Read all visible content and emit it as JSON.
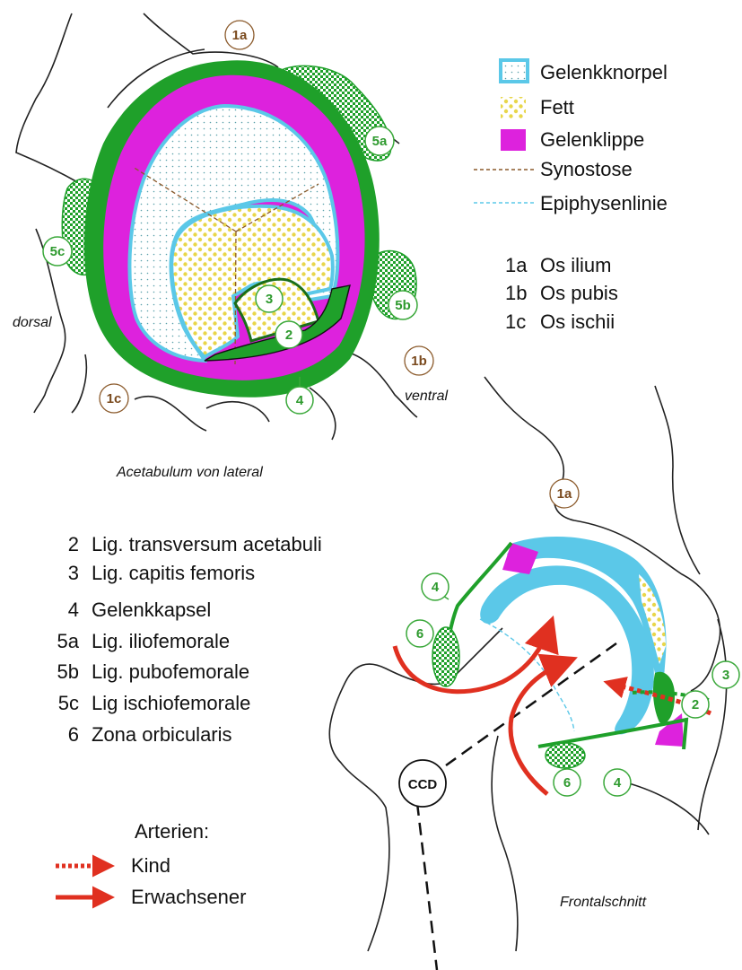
{
  "legend": {
    "items": [
      {
        "label": "Gelenkknorpel",
        "swatch": "cartilage",
        "color": "#5bc8e8"
      },
      {
        "label": "Fett",
        "swatch": "fat",
        "color": "#e8d64a"
      },
      {
        "label": "Gelenklippe",
        "swatch": "labrum",
        "color": "#dd22dd"
      },
      {
        "label": "Synostose",
        "swatch": "dashed-line",
        "color": "#8b5a2b"
      },
      {
        "label": "Epiphysenlinie",
        "swatch": "dashed-line",
        "color": "#5bc8e8"
      }
    ]
  },
  "bones": [
    {
      "code": "1a",
      "name": "Os ilium"
    },
    {
      "code": "1b",
      "name": "Os pubis"
    },
    {
      "code": "1c",
      "name": "Os ischii"
    }
  ],
  "structures": [
    {
      "code": "2",
      "name": "Lig. transversum acetabuli"
    },
    {
      "code": "3",
      "name": "Lig. capitis femoris"
    },
    {
      "code": "4",
      "name": "Gelenkkapsel"
    },
    {
      "code": "5a",
      "name": "Lig. iliofemorale"
    },
    {
      "code": "5b",
      "name": "Lig. pubofemorale"
    },
    {
      "code": "5c",
      "name": "Lig ischiofemorale"
    },
    {
      "code": "6",
      "name": "Zona orbicularis"
    }
  ],
  "arteries": {
    "title": "Arterien:",
    "child": "Kind",
    "adult": "Erwachsener",
    "color": "#e03020"
  },
  "captions": {
    "lateral": "Acetabulum von lateral",
    "frontal": "Frontalschnitt",
    "dorsal": "dorsal",
    "ventral": "ventral",
    "ccd": "CCD"
  },
  "markers": {
    "m1a": "1a",
    "m1b": "1b",
    "m1c": "1c",
    "m2": "2",
    "m3": "3",
    "m4": "4",
    "m5a": "5a",
    "m5b": "5b",
    "m5c": "5c",
    "m6": "6"
  },
  "colors": {
    "capsule_green": "#1fa02a",
    "cartilage_blue": "#5bc8e8",
    "labrum_magenta": "#dd22dd",
    "fat_yellow": "#e8d64a",
    "artery_red": "#e03020"
  }
}
